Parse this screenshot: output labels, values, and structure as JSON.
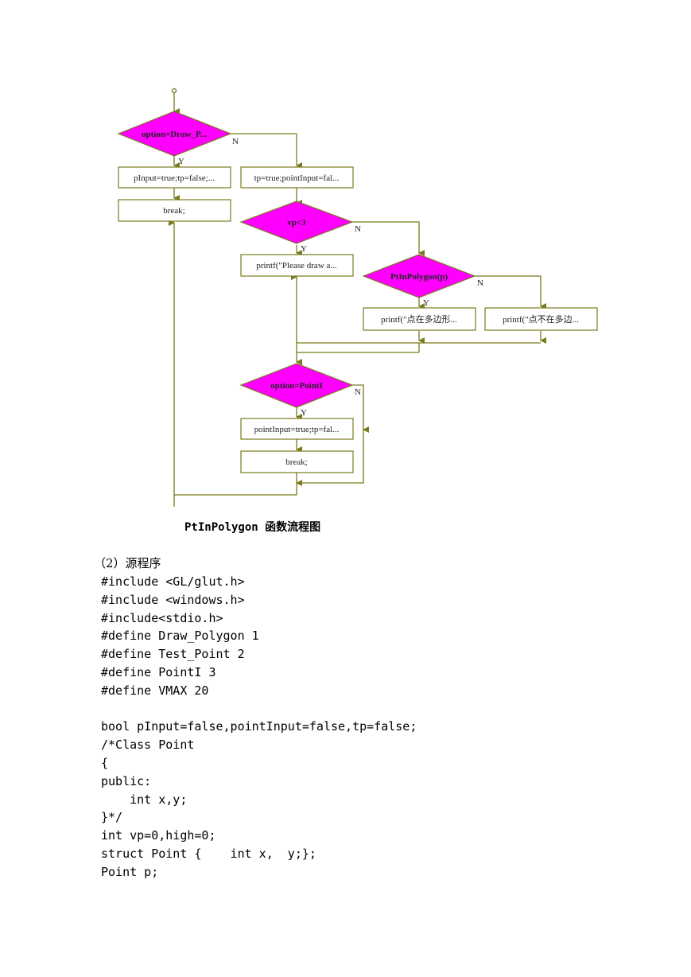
{
  "flowchart": {
    "nodes": {
      "d_option_draw": "option=Draw_P...",
      "b_pinput": "pInput=true;tp=false;...",
      "b_break1": "break;",
      "b_tp_true": "tp=true;pointInput=fal...",
      "d_vp": "vp<3",
      "b_printf_please": "printf(\"Please draw a...",
      "d_ptinpolygon": "PtInPolygon(p)",
      "b_printf_in": "printf(\"点在多边形...",
      "b_printf_notin": "printf(\"点不在多边...",
      "d_option_point": "option=PointI",
      "b_pointinput": "pointInput=true;tp=fal...",
      "b_break2": "break;"
    },
    "branch_yes": "Y",
    "branch_no": "N"
  },
  "caption": "PtInPolygon 函数流程图",
  "section_title": "（2）源程序",
  "code_lines": [
    "#include <GL/glut.h>",
    "#include <windows.h>",
    "#include<stdio.h>",
    "#define Draw_Polygon 1",
    "#define Test_Point 2",
    "#define PointI 3",
    "#define VMAX 20",
    "",
    "bool pInput=false,pointInput=false,tp=false;",
    "/*Class Point",
    "{",
    "public:",
    "    int x,y;",
    "}*/",
    "int vp=0,high=0;",
    "struct Point {    int x,  y;};",
    "Point p;"
  ],
  "colors": {
    "line": "#7a7a1e",
    "diamond_fill": "#ff00ff",
    "box_fill": "#ffffff",
    "box_stroke": "#7a7a1e"
  }
}
